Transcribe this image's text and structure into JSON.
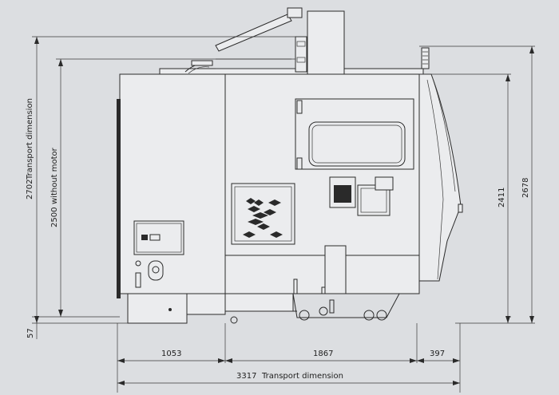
{
  "dimensions": {
    "height_transport": "2702",
    "height_transport_label": "Transport dimension",
    "height_without_motor": "2500",
    "height_without_motor_label": "without motor",
    "height_body": "2411",
    "height_total": "2678",
    "base_offset": "57",
    "width_left": "1053",
    "width_middle": "1867",
    "width_right": "397",
    "width_total": "3317",
    "width_total_label": "Transport dimension"
  },
  "colors": {
    "background": "#dcdee1",
    "machine_panel": "#ebecee",
    "line": "#2b2b2b"
  }
}
